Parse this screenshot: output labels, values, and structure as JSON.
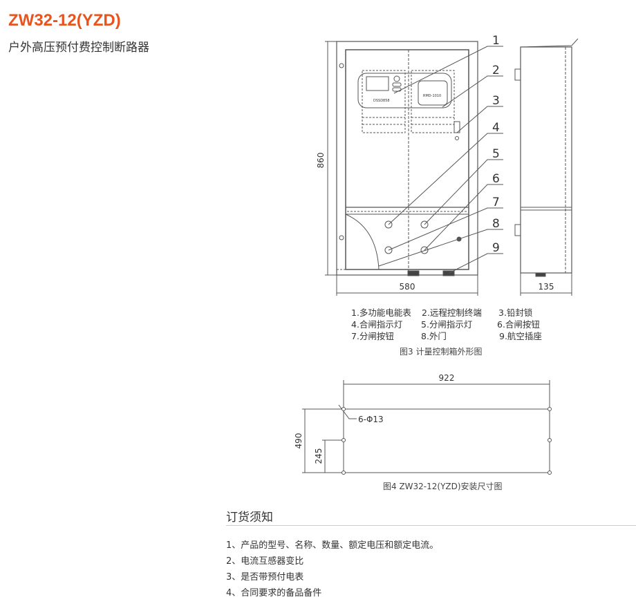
{
  "header": {
    "title": "ZW32-12(YZD)",
    "subtitle": "户外高压预付费控制断路器"
  },
  "figure3": {
    "callouts": [
      "1",
      "2",
      "3",
      "4",
      "5",
      "6",
      "7",
      "8",
      "9"
    ],
    "dim_height": "860",
    "dim_width": "580",
    "dim_depth": "135",
    "legend": [
      "1.多功能电能表",
      "2.远程控制终端",
      "3.铅封锁",
      "4.合闸指示灯",
      "5.分闸指示灯",
      "6.合闸按钮",
      "7.分闸按钮",
      "8.外门",
      "9.航空插座"
    ],
    "caption": "图3  计量控制箱外形图"
  },
  "figure4": {
    "dim_width": "922",
    "dim_height": "490",
    "dim_half": "245",
    "holes": "6-Φ13",
    "caption": "图4 ZW32-12(YZD)安装尺寸图"
  },
  "order": {
    "heading": "订货须知",
    "items": [
      "1、产品的型号、名称、数量、额定电压和额定电流。",
      "2、电流互感器变比",
      "3、是否带预付电表",
      "4、合同要求的备品备件"
    ]
  },
  "colors": {
    "title": "#e8541e",
    "line": "#555555"
  }
}
